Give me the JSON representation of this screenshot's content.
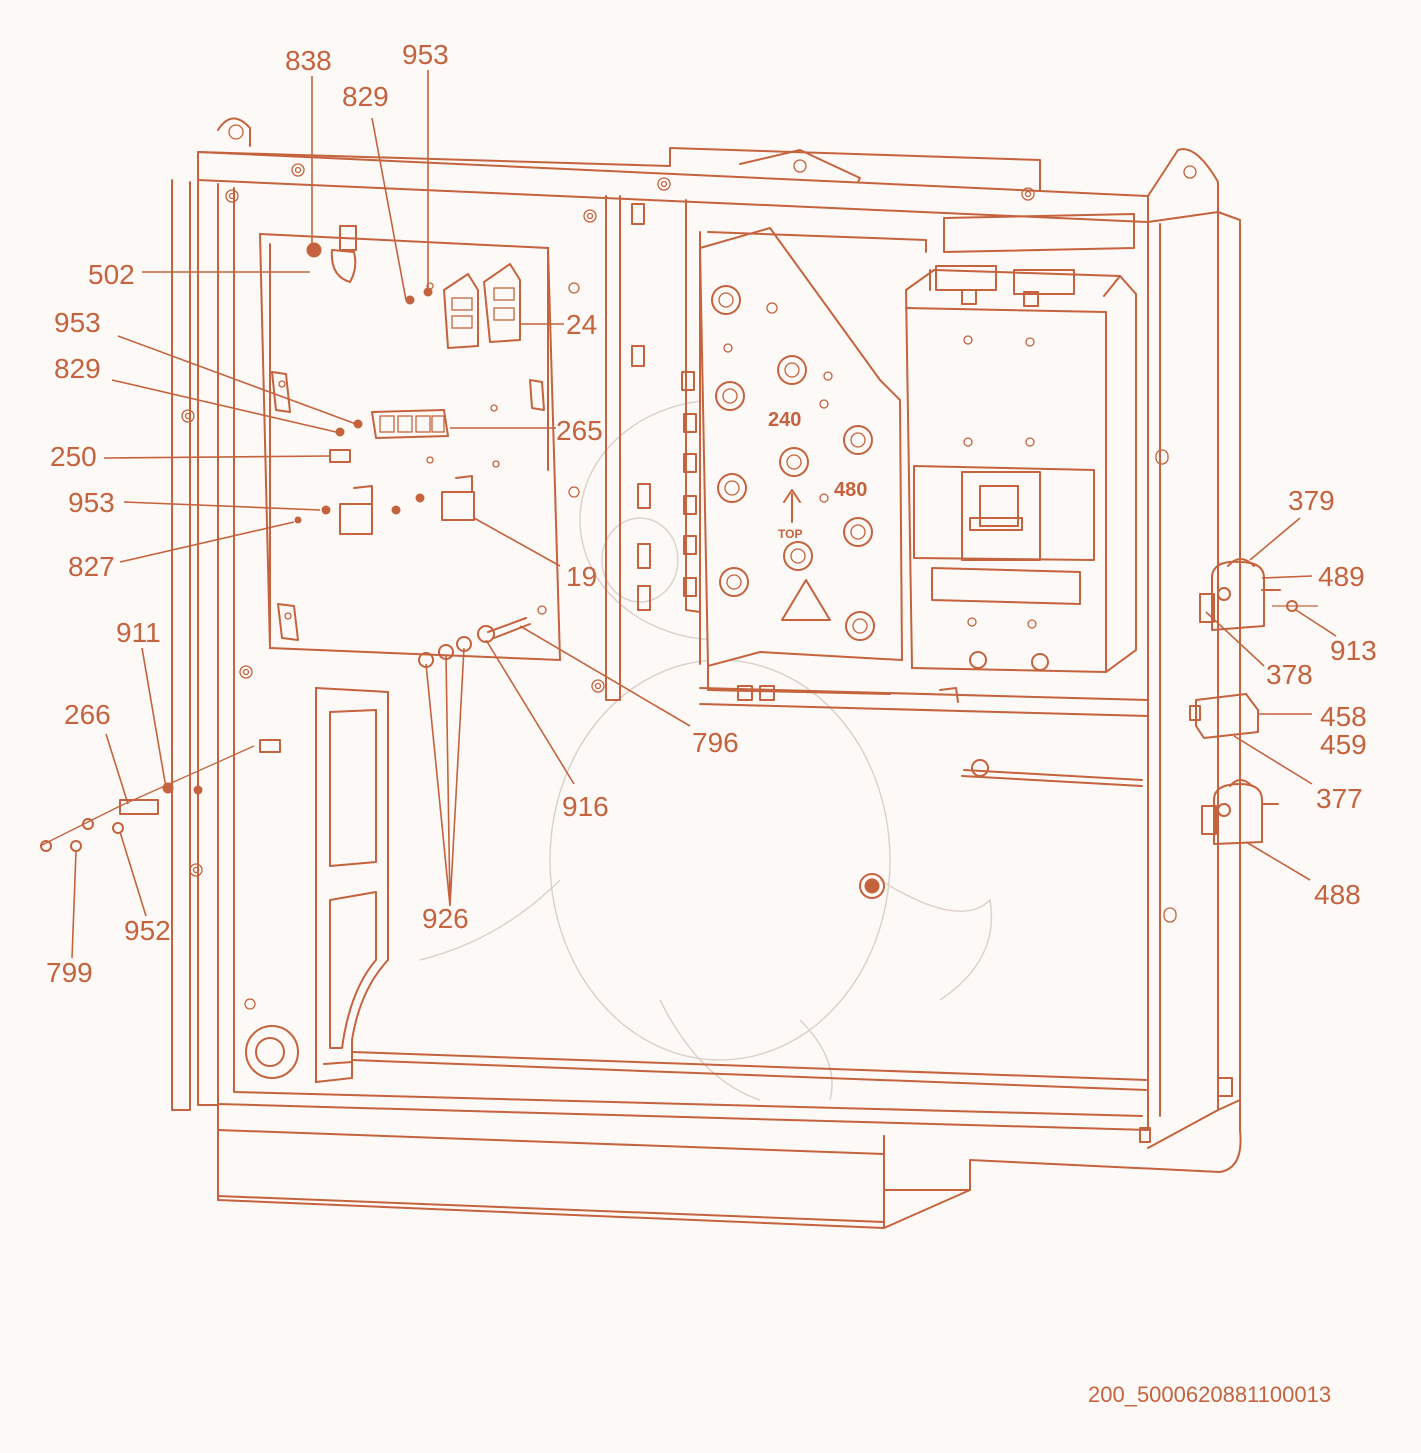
{
  "drawing_id": "200_5000620881100013",
  "accent_color": "#c4633e",
  "background_color": "#fdf9f6",
  "panel_markings": {
    "volt_low": "240",
    "volt_high": "480",
    "top_arrow": "TOP"
  },
  "callouts": [
    {
      "id": "c838",
      "label": "838"
    },
    {
      "id": "c953a",
      "label": "953"
    },
    {
      "id": "c829a",
      "label": "829"
    },
    {
      "id": "c502",
      "label": "502"
    },
    {
      "id": "c24",
      "label": "24"
    },
    {
      "id": "c953b",
      "label": "953"
    },
    {
      "id": "c829b",
      "label": "829"
    },
    {
      "id": "c265",
      "label": "265"
    },
    {
      "id": "c250",
      "label": "250"
    },
    {
      "id": "c953c",
      "label": "953"
    },
    {
      "id": "c827",
      "label": "827"
    },
    {
      "id": "c19",
      "label": "19"
    },
    {
      "id": "c911",
      "label": "911"
    },
    {
      "id": "c266",
      "label": "266"
    },
    {
      "id": "c796",
      "label": "796"
    },
    {
      "id": "c916",
      "label": "916"
    },
    {
      "id": "c926",
      "label": "926"
    },
    {
      "id": "c952",
      "label": "952"
    },
    {
      "id": "c799",
      "label": "799"
    },
    {
      "id": "c379",
      "label": "379"
    },
    {
      "id": "c489",
      "label": "489"
    },
    {
      "id": "c913",
      "label": "913"
    },
    {
      "id": "c378",
      "label": "378"
    },
    {
      "id": "c458",
      "label": "458"
    },
    {
      "id": "c459",
      "label": "459"
    },
    {
      "id": "c377",
      "label": "377"
    },
    {
      "id": "c488",
      "label": "488"
    }
  ]
}
